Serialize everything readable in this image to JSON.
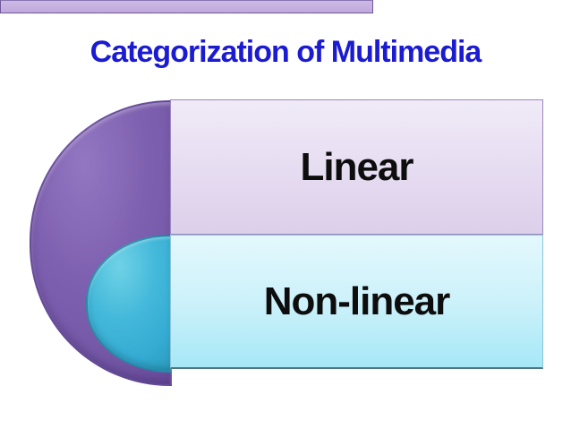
{
  "slide": {
    "title": "Categorization of Multimedia",
    "title_color": "#1B1BD1",
    "background_color": "#FFFFFF"
  },
  "diagram": {
    "type": "stacked-category-bands",
    "categories": [
      {
        "label": "Linear",
        "band_fill_top": "#F0EBF7",
        "band_fill_bottom": "#DCCFEA",
        "accent_shape": "purple-half-ellipse",
        "accent_color": "#7A5CAC"
      },
      {
        "label": "Non-linear",
        "band_fill_top": "#E3F8FD",
        "band_fill_bottom": "#A6E8F7",
        "accent_shape": "teal-half-ellipse",
        "accent_color": "#35ABD3"
      }
    ],
    "bottom_strip_color": "#C4AEE0",
    "label_text_color": "#0D0D0D"
  }
}
